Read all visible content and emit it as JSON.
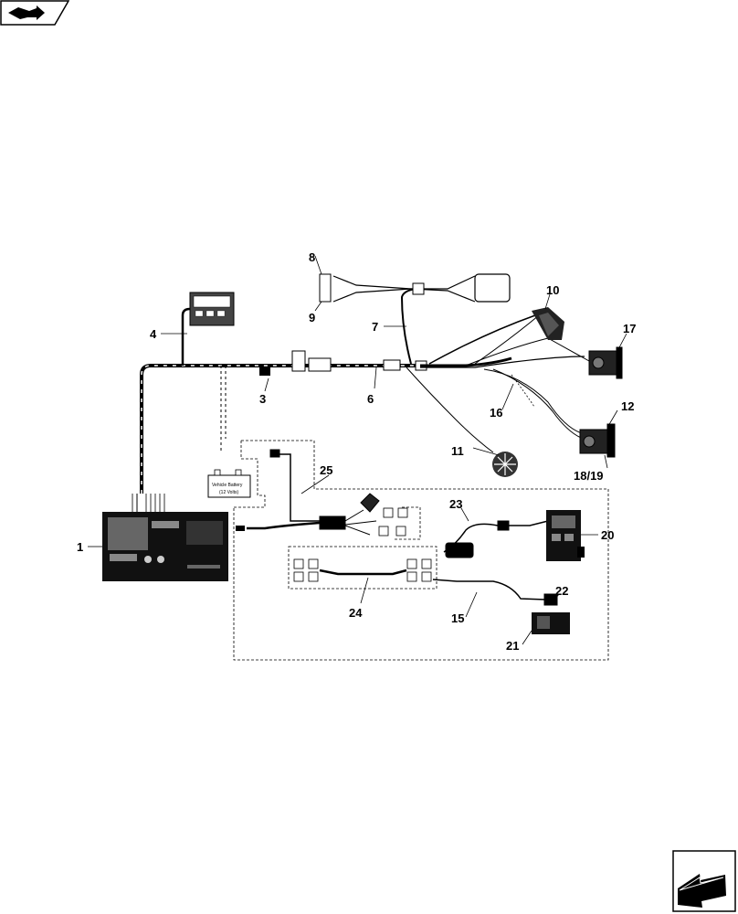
{
  "callouts": {
    "c1": "1",
    "c3": "3",
    "c4": "4",
    "c6": "6",
    "c7": "7",
    "c8": "8",
    "c9": "9",
    "c10": "10",
    "c11": "11",
    "c12": "12",
    "c15": "15",
    "c16": "16",
    "c17": "17",
    "c1819": "18/19",
    "c20": "20",
    "c21": "21",
    "c22": "22",
    "c23": "23",
    "c24": "24",
    "c25": "25"
  },
  "battery": {
    "line1": "Vehicle Battery",
    "line2": "(12 Volts)"
  },
  "icons": {
    "top_left": "book-arrow-icon",
    "bottom_right": "next-page-arrow-icon"
  }
}
